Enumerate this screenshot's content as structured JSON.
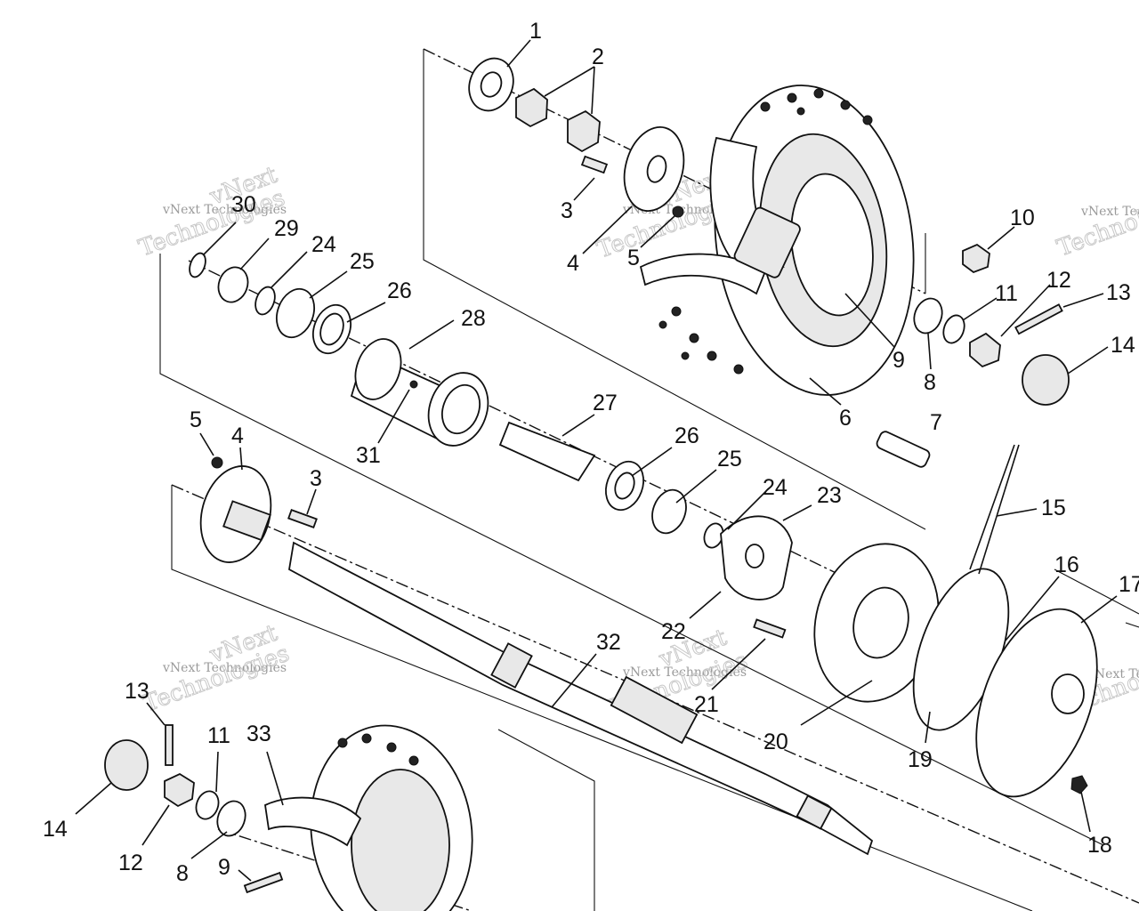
{
  "watermark": {
    "brand": "vNext",
    "caption": "vNext Technologies",
    "brand_word": "Technologies"
  },
  "callouts": {
    "c1": "1",
    "c2": "2",
    "c3a": "3",
    "c4a": "4",
    "c5a": "5",
    "c6": "6",
    "c7": "7",
    "c8a": "8",
    "c9a": "9",
    "c10": "10",
    "c11a": "11",
    "c12a": "12",
    "c13a": "13",
    "c14a": "14",
    "c15": "15",
    "c16": "16",
    "c17": "17",
    "c18": "18",
    "c19": "19",
    "c20": "20",
    "c21": "21",
    "c22": "22",
    "c23": "23",
    "c24a": "24",
    "c25a": "25",
    "c26a": "26",
    "c27": "27",
    "c28": "28",
    "c29": "29",
    "c30": "30",
    "c31": "31",
    "c32": "32",
    "c33": "33",
    "c3b": "3",
    "c4b": "4",
    "c5b": "5",
    "c26b": "26",
    "c25b": "25",
    "c24b": "24",
    "c13b": "13",
    "c11b": "11",
    "c14b": "14",
    "c12b": "12",
    "c8b": "8",
    "c9b": "9"
  }
}
